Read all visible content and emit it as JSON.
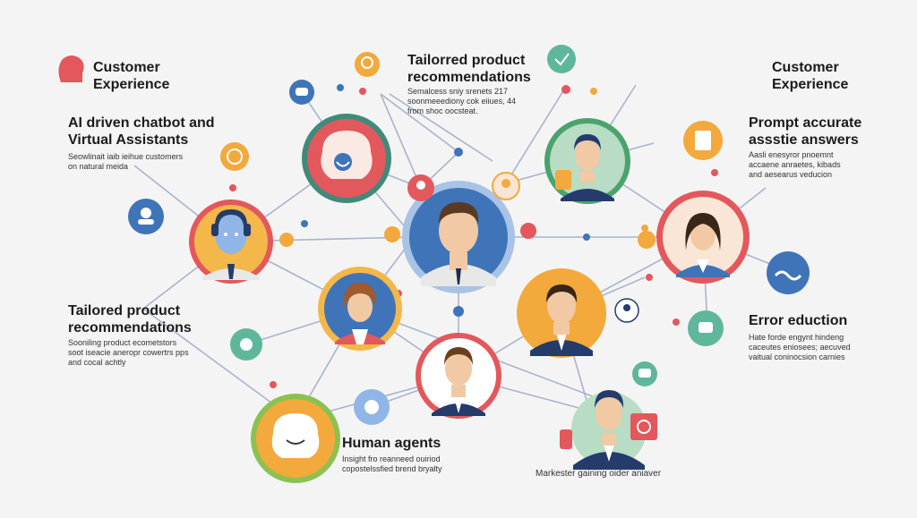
{
  "colors": {
    "background": "#f4f4f4",
    "line": "#a8b4cc",
    "blue": "#3f74b8",
    "red": "#e3585c",
    "orange": "#f3a93b",
    "teal": "#5fb79b",
    "green": "#4aa36d",
    "navy": "#243b6b"
  },
  "labels": {
    "top_left_title": "Customer\nExperience",
    "top_center_title": "Tailorred product\nrecommendations",
    "top_center_text": "Semalcess sniy srenets 217\nsoonmeeediony cok eiiues, 44\nfrom shoc oocsteat.",
    "top_right_title": "Customer\nExperience",
    "left_chatbot_title": "AI driven chatbot and\nVirtual Assistants",
    "left_chatbot_text": "Seowlinait iaib ieihue customers\non natural meida",
    "right_prompt_title": "Prompt accurate\nassstie answers",
    "right_prompt_text": "Aasli enesyror pnoemnt\naccaene anraetes, kibads\nand aesearus veducion",
    "left_recs_title": "Tailored product\nrecommendations",
    "left_recs_text": "Sooniling product ecometstors\nsoot iseacie aneropr cowertrs pps\nand cocal achtly",
    "right_error_title": "Error eduction",
    "right_error_text": "Hate forde engynt hindeng\ncaceutes eniosees; aecuved\nvaitual coninocsion carnies",
    "bottom_agents_title": "Human agents",
    "bottom_agents_text": "Insight fro reanneed ouiriod\ncopostelssfied brend bryalty",
    "bottom_right_caption": "Markester gaining oider aniaver"
  },
  "icons": {
    "head_profile": "head-profile-icon",
    "speech_bubble": "speech-bubble-icon",
    "robot_face": "robot-face-icon",
    "ai_avatar": "ai-avatar-icon",
    "person": "person-icon",
    "checkmark": "check-icon",
    "wave": "wave-icon",
    "chat_bubble": "chat-bubble-icon"
  }
}
